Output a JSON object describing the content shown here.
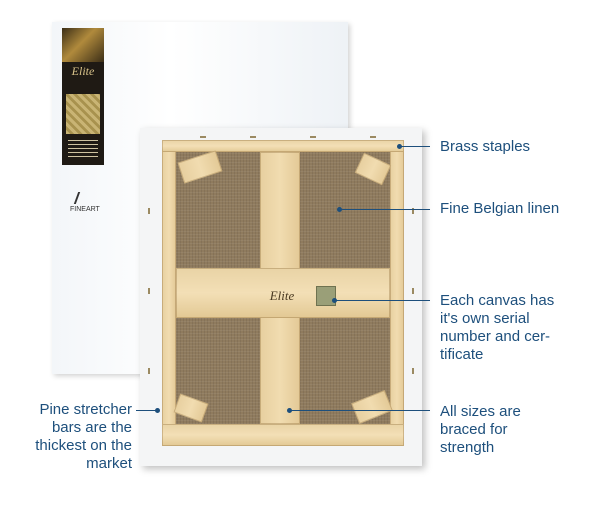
{
  "front_label": {
    "brand": "Elite",
    "brand_small": "FINEART"
  },
  "stamp": {
    "text": "Elite"
  },
  "callouts": {
    "brass_staples": "Brass staples",
    "belgian_linen": "Fine Belgian linen",
    "serial_number": "Each canvas has\nit's own serial\nnumber and cer-\ntificate",
    "braced": "All sizes are\nbraced for\nstrength",
    "stretcher_bars": "Pine stretcher\nbars are the\nthickest on the\nmarket"
  },
  "colors": {
    "callout_text": "#1d4f7c",
    "linen": "#8f7b5e",
    "wood": "#efd8a8"
  }
}
